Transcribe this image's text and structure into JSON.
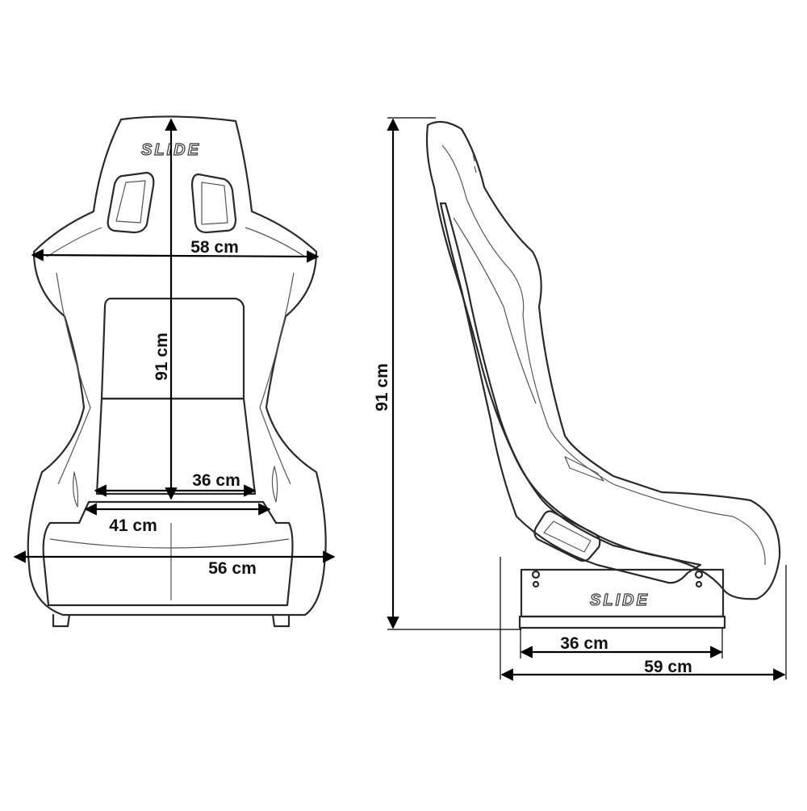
{
  "front_view": {
    "logo": "SLIDE",
    "dimensions": {
      "width_top": "58 cm",
      "height": "91 cm",
      "seat_width_inner": "36 cm",
      "seat_width_cushion": "41 cm",
      "width_bottom": "56 cm"
    }
  },
  "side_view": {
    "logo": "SLIDE",
    "dimensions": {
      "height": "91 cm",
      "base_depth": "36 cm",
      "total_depth": "59 cm"
    }
  },
  "colors": {
    "line": "#000000",
    "background": "#ffffff"
  }
}
